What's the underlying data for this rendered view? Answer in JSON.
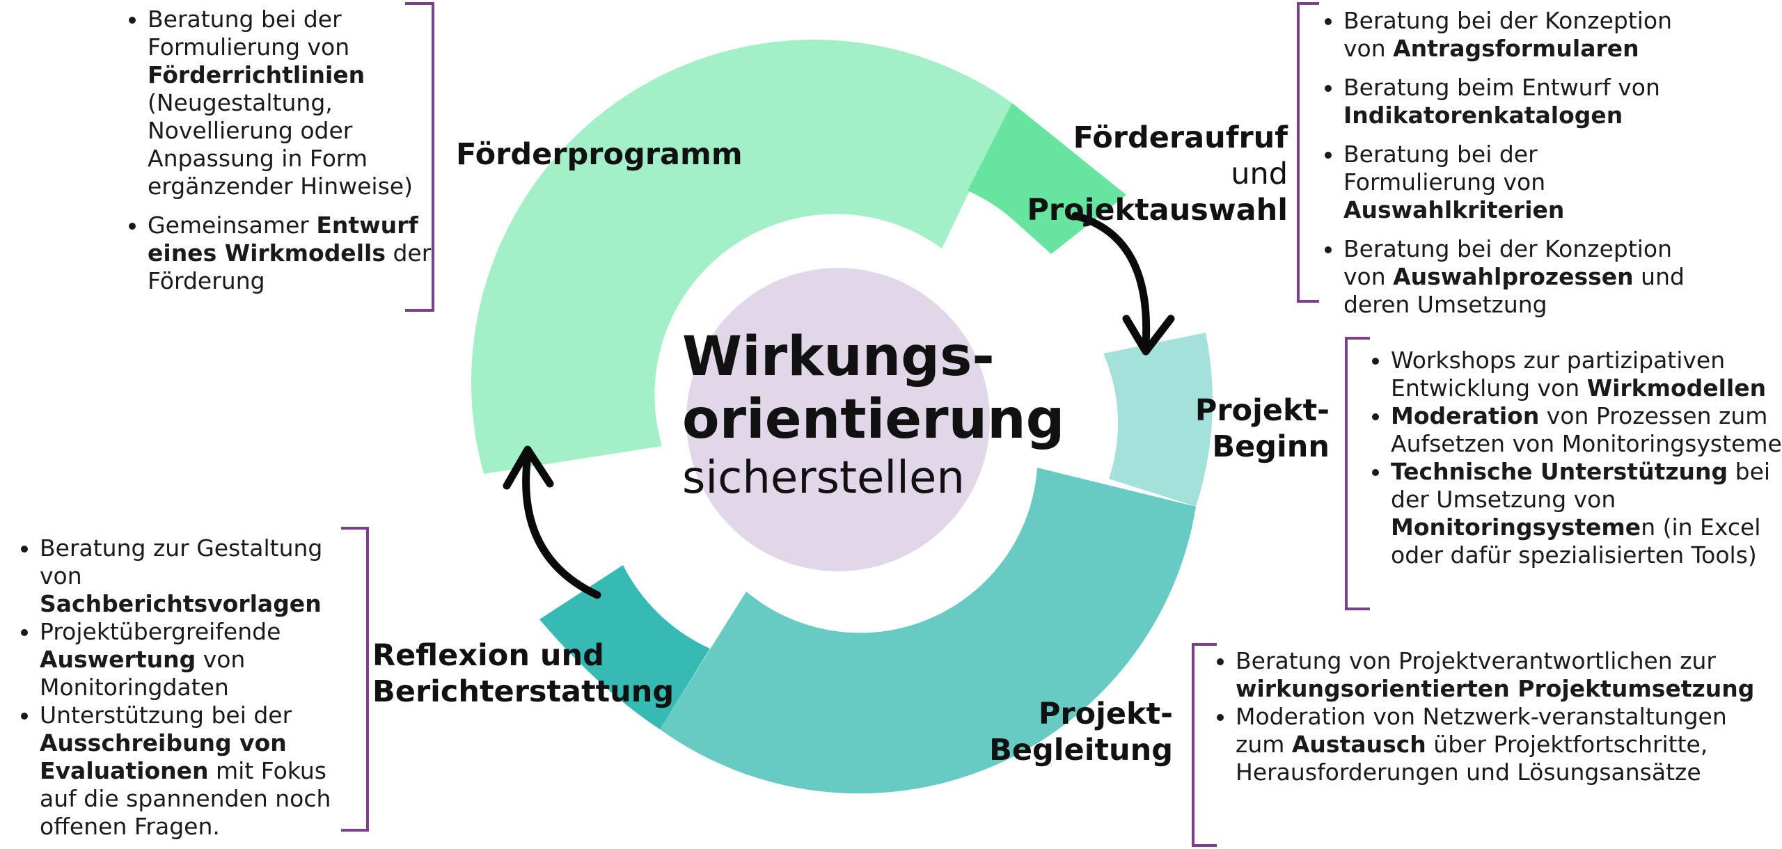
{
  "center": {
    "line1": "Wirkungs-",
    "line2": "orientierung",
    "line3": "sicherstellen"
  },
  "phases": {
    "foerderprogramm": "Förderprogramm",
    "foerderaufruf": {
      "bold1": "Förderaufruf",
      "normal": "und",
      "bold2": "Projektauswahl"
    },
    "projekt_beginn": {
      "line1": "Projekt-",
      "line2": "Beginn"
    },
    "projekt_begleitung": {
      "line1": "Projekt-",
      "line2": "Begleitung"
    },
    "reflexion": {
      "line1": "Reflexion und",
      "line2": "Berichterstattung"
    }
  },
  "lists": {
    "foerderprogramm": [
      {
        "a": "Beratung bei der Formulierung von ",
        "b": "Förderrichtlinien",
        "c": " (Neugestaltung, Novellierung oder Anpassung in Form ergänzender Hinweise)"
      },
      {
        "a": "Gemeinsamer ",
        "b": "Entwurf eines Wirkmodells",
        "c": " der Förderung"
      }
    ],
    "foerderaufruf": [
      {
        "a": "Beratung bei der Konzeption von ",
        "b": "Antragsformularen",
        "c": ""
      },
      {
        "a": "Beratung beim Entwurf von ",
        "b": "Indikatorenkatalogen",
        "c": ""
      },
      {
        "a": "Beratung bei der Formulierung von ",
        "b": "Auswahlkriterien",
        "c": ""
      },
      {
        "a": "Beratung bei der Konzeption von ",
        "b": "Auswahlprozessen",
        "c": " und deren Umsetzung"
      }
    ],
    "projekt_beginn": [
      {
        "a": "Workshops zur partizipativen Entwicklung von ",
        "b": "Wirkmodellen",
        "c": ""
      },
      {
        "a": "",
        "b": "Moderation",
        "c": " von Prozessen zum Aufsetzen von Monitoringsystemen"
      },
      {
        "a": "",
        "b": "Technische Unterstützung",
        "c": " bei der Umsetzung von ",
        "d": "Monitoringsysteme",
        "e": "n (in Excel oder dafür spezialisierten Tools)"
      }
    ],
    "projekt_begleitung": [
      {
        "a": "Beratung von Projektverantwortlichen zur ",
        "b": "wirkungsorientierten Projektumsetzung",
        "c": ""
      },
      {
        "a": "Moderation von Netzwerk-veranstaltungen zum ",
        "b": "Austausch",
        "c": " über Projektfortschritte, Herausforderungen und Lösungsansätze"
      }
    ],
    "reflexion": [
      {
        "a": "Beratung zur Gestaltung von ",
        "b": "Sachberichtsvorlagen",
        "c": ""
      },
      {
        "a": "Projektübergreifende ",
        "b": "Auswertung",
        "c": " von Monitoringdaten"
      },
      {
        "a": "Unterstützung bei der ",
        "b": "Ausschreibung von Evaluationen",
        "c": " mit Fokus auf die spannenden noch offenen Fragen."
      }
    ]
  },
  "colors": {
    "foerderprogramm": "#a3efc7",
    "foerderaufruf": "#67e4a0",
    "projekt_beginn": "#a5e1db",
    "projekt_begleitung": "#67cbc4",
    "reflexion": "#38bab4",
    "center": "#e2d7e9",
    "bracket": "#7b3f8c"
  }
}
